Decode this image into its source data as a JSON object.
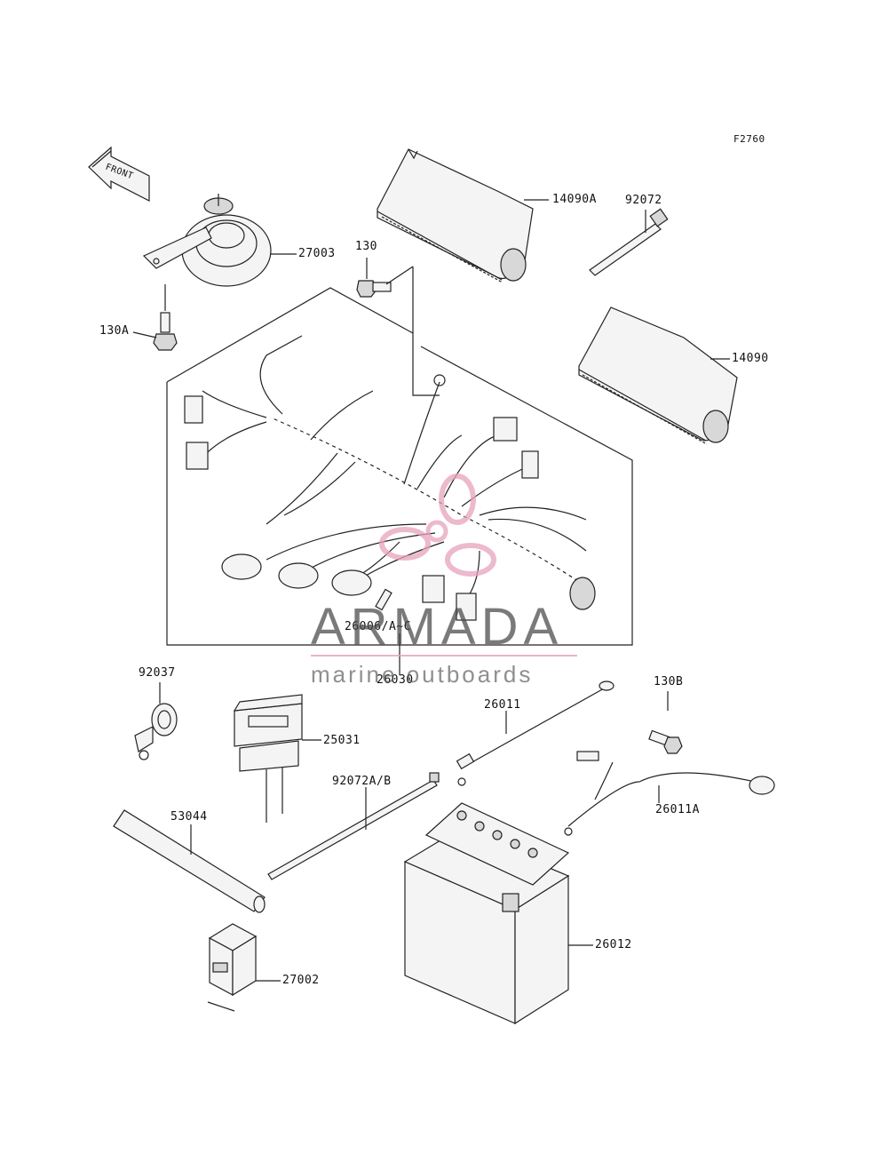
{
  "figure_code": "F2760",
  "front_label": "FRONT",
  "parts": {
    "p14090A": "14090A",
    "p92072": "92072",
    "p27003": "27003",
    "p130": "130",
    "p130A": "130A",
    "p14090": "14090",
    "p26006": "26006/A~C",
    "p26030": "26030",
    "p92037": "92037",
    "p25031": "25031",
    "p26011": "26011",
    "p130B": "130B",
    "p92072AB": "92072A/B",
    "p26011A": "26011A",
    "p53044": "53044",
    "p26012": "26012",
    "p27002": "27002"
  },
  "watermark": {
    "title": "ARMADA",
    "subtitle": "marine outboards",
    "accent_color": "#e7a2bd"
  }
}
